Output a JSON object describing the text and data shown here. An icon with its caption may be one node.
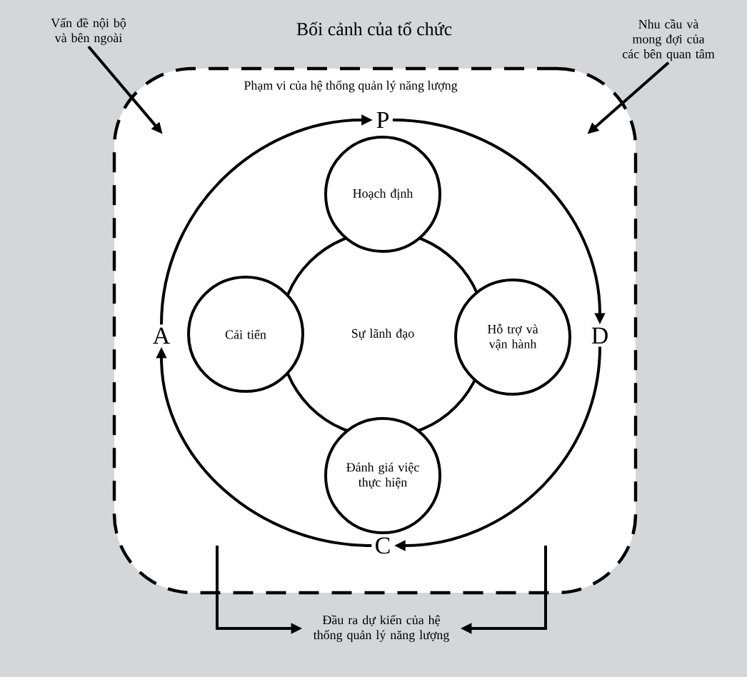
{
  "diagram": {
    "title": "Bối cảnh của tổ chức",
    "nodes": [
      {
        "text": [
          "Phạm vi của hệ thống quản lý năng lượng"
        ]
      },
      {
        "text": [
          "Vấn đề nội bộ và bên ngoài"
        ]
      },
      {
        "text": [
          "Nhu cầu và mong đợi của các bên quan tâm"
        ]
      },
      {
        "text": [
          "P"
        ],
        "in": 0
      },
      {
        "text": [
          "D"
        ],
        "in": 0
      },
      {
        "text": [
          "C"
        ],
        "in": 0
      },
      {
        "text": [
          "A"
        ],
        "in": 0
      },
      {
        "text": [
          "Sự lãnh đạo"
        ],
        "in": 0
      },
      {
        "text": [
          "Hoạch định"
        ],
        "in": 0
      },
      {
        "text": [
          "Hỗ trợ và vận hành"
        ],
        "in": 0
      },
      {
        "text": [
          "Đánh giá việc thực hiện"
        ],
        "in": 0
      },
      {
        "text": [
          "Cải tiến"
        ],
        "in": 0
      },
      {
        "text": [
          "Đầu ra dự kiến của hệ thống quản lý năng lượng"
        ]
      }
    ],
    "edges": [
      {
        "from": 1,
        "to": 0,
        "arrow": "to"
      },
      {
        "from": 2,
        "to": 0,
        "arrow": "to"
      },
      {
        "from": 6,
        "to": 3,
        "arrow": "to"
      },
      {
        "from": 3,
        "to": 4,
        "arrow": "to"
      },
      {
        "from": 4,
        "to": 5,
        "arrow": "to"
      },
      {
        "from": 5,
        "to": 6,
        "arrow": "to"
      },
      {
        "from": null,
        "to": 12,
        "arrow": "to"
      },
      {
        "from": null,
        "to": 12,
        "arrow": "to"
      }
    ]
  }
}
